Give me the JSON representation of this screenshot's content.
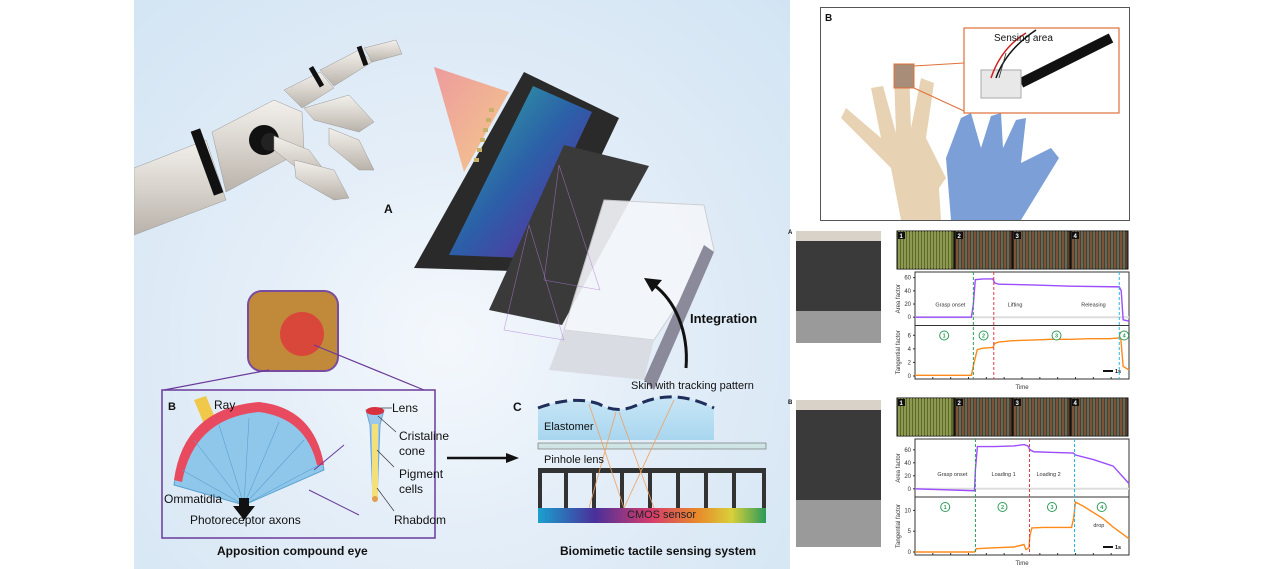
{
  "figure_left": {
    "panel_a_label": "A",
    "panel_b_label": "B",
    "panel_c_label": "C",
    "integration_label": "Integration",
    "compound_eye": {
      "ray": "Ray",
      "ommatidia": "Ommatidia",
      "photoreceptor_axons": "Photoreceptor axons",
      "lens": "Lens",
      "cristaline_cone_line1": "Cristaline",
      "cristaline_cone_line2": "cone",
      "pigment_cells_line1": "Pigment",
      "pigment_cells_line2": "cells",
      "rhabdom": "Rhabdom",
      "caption": "Apposition compound eye"
    },
    "tactile_system": {
      "skin": "Skin with tracking pattern",
      "elastomer": "Elastomer",
      "pinhole_lens": "Pinhole lens",
      "cmos_sensor": "CMOS sensor",
      "caption": "Biomimetic tactile sensing system"
    }
  },
  "figure_right_top": {
    "panel_label": "B",
    "sensing_area": "Sensing area",
    "accent_color": "#e0703a"
  },
  "chart_data": [
    {
      "type": "line",
      "panel_label": "A",
      "tiles": [
        "1",
        "2",
        "3",
        "4"
      ],
      "xlabel": "Time",
      "scale_bar": "1s",
      "subplots": [
        {
          "ylabel": "Area factor",
          "yticks": [
            "0",
            "20",
            "40",
            "60"
          ],
          "ylim": [
            -8,
            64
          ],
          "color": "#9b4dff",
          "annotations": [
            "Grasp onset",
            "Lifting",
            "Releasing"
          ],
          "series": {
            "name": "Area factor",
            "x": [
              0,
              2.9,
              3.0,
              3.1,
              3.5,
              4.0,
              4.1,
              4.3,
              6,
              8,
              10.5,
              10.6,
              10.7,
              11
            ],
            "y": [
              0,
              0,
              20,
              57,
              58,
              58,
              52,
              50,
              49,
              47,
              46,
              40,
              -4,
              -6
            ]
          }
        },
        {
          "ylabel": "Tangential factor",
          "yticks": [
            "0",
            "2",
            "4",
            "6"
          ],
          "ylim": [
            0,
            7
          ],
          "color": "#ff8a1a",
          "phases": [
            "1",
            "2",
            "3",
            "4"
          ],
          "series": {
            "name": "Tangential factor",
            "x": [
              0,
              2.9,
              3.0,
              3.2,
              3.5,
              4.0,
              4.1,
              4.3,
              5,
              6,
              7,
              8,
              9,
              10,
              10.5,
              10.55,
              10.7,
              11
            ],
            "y": [
              0.1,
              0.1,
              1.5,
              3.9,
              4.1,
              4.2,
              4.8,
              5.0,
              5.2,
              5.3,
              5.4,
              5.4,
              5.5,
              5.5,
              5.6,
              6.5,
              1.4,
              0.9
            ]
          }
        }
      ],
      "event_lines": [
        {
          "x": 3.0,
          "color": "#2e9c5a"
        },
        {
          "x": 4.05,
          "color": "#e03a4a"
        },
        {
          "x": 10.5,
          "color": "#2ab7e6"
        }
      ],
      "xlim": [
        0,
        11
      ]
    },
    {
      "type": "line",
      "panel_label": "B",
      "tiles": [
        "1",
        "2",
        "3",
        "4"
      ],
      "xlabel": "Time",
      "scale_bar": "1s",
      "subplots": [
        {
          "ylabel": "Area factor",
          "yticks": [
            "0",
            "20",
            "40",
            "60"
          ],
          "ylim": [
            -8,
            72
          ],
          "color": "#9b4dff",
          "annotations": [
            "Grasp onset",
            "Loading 1",
            "Loading 2"
          ],
          "series": {
            "name": "Area factor",
            "x": [
              0,
              3.0,
              3.05,
              3.15,
              4,
              5,
              5.5,
              5.7,
              5.8,
              6.0,
              7,
              8.0,
              8.1,
              9,
              10,
              10.8
            ],
            "y": [
              0,
              -3,
              30,
              65,
              65,
              66,
              68,
              66,
              60,
              57,
              56,
              55,
              52,
              45,
              35,
              8
            ]
          }
        },
        {
          "ylabel": "Tangential factor",
          "yticks": [
            "0",
            "5",
            "10"
          ],
          "ylim": [
            0,
            12.5
          ],
          "color": "#ff8a1a",
          "phases": [
            "1",
            "2",
            "3",
            "4"
          ],
          "annotations": [
            "drop"
          ],
          "series": {
            "name": "Tangential factor",
            "x": [
              0,
              3.0,
              3.1,
              4,
              5,
              5.5,
              5.6,
              5.75,
              5.8,
              5.9,
              6.5,
              7.9,
              8.0,
              8.1,
              8.5,
              9,
              9.5,
              10,
              10.8
            ],
            "y": [
              0,
              0,
              0.8,
              1.0,
              1.2,
              1.8,
              0.6,
              1.0,
              4,
              5.8,
              5.9,
              5.9,
              8,
              12,
              11,
              9.5,
              8,
              6,
              3.2
            ]
          }
        }
      ],
      "event_lines": [
        {
          "x": 3.05,
          "color": "#2e9c5a"
        },
        {
          "x": 5.78,
          "color": "#e03a4a"
        },
        {
          "x": 8.05,
          "color": "#2ab7e6"
        }
      ],
      "xlim": [
        0,
        10.8
      ]
    }
  ]
}
